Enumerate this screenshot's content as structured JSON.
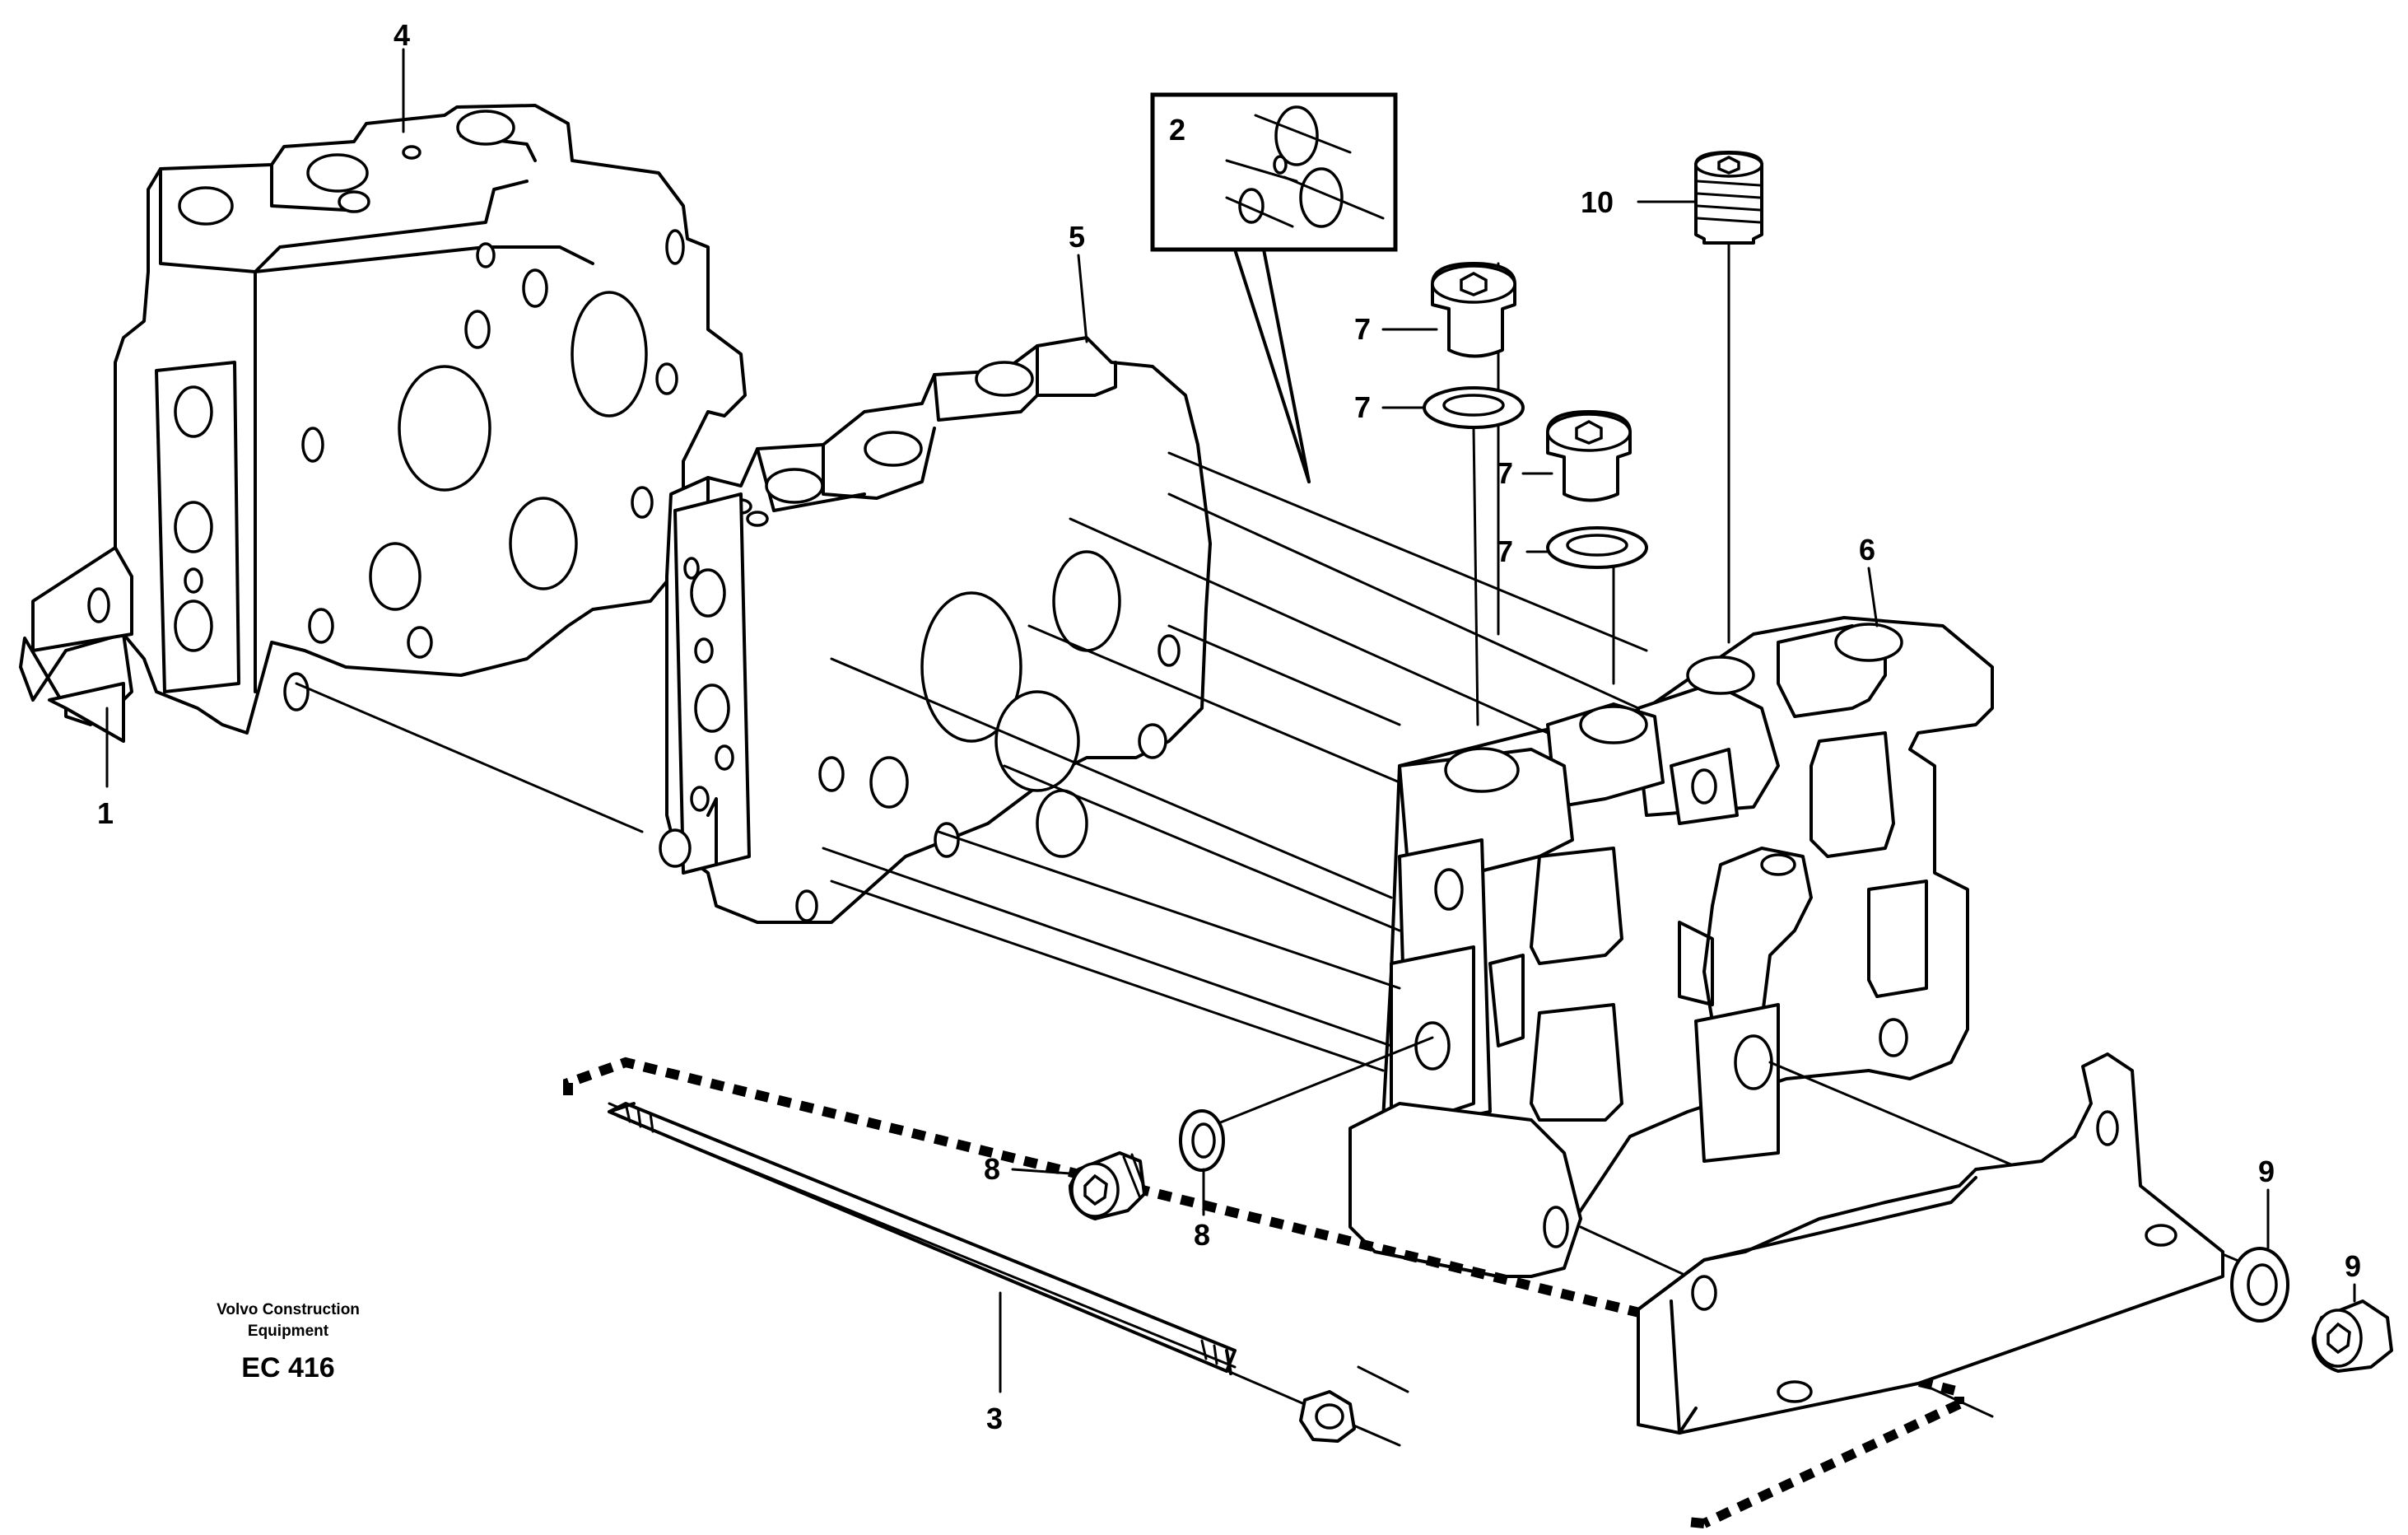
{
  "callouts": {
    "c1": "1",
    "c2": "2",
    "c3": "3",
    "c4": "4",
    "c5": "5",
    "c6": "6",
    "c7a": "7",
    "c7b": "7",
    "c7c": "7",
    "c7d": "7",
    "c8a": "8",
    "c8b": "8",
    "c9a": "9",
    "c9b": "9",
    "c10": "10"
  },
  "brand": {
    "line1": "Volvo Construction",
    "line2": "Equipment",
    "code": "EC 416"
  }
}
